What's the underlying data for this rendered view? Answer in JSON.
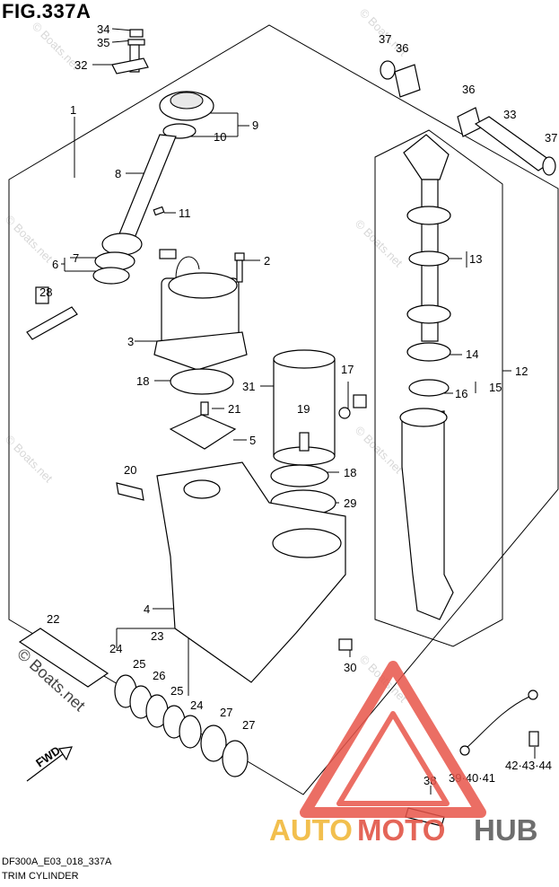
{
  "figure": {
    "title": "FIG.337A",
    "code": "DF300A_E03_018_337A",
    "name": "TRIM CYLINDER"
  },
  "watermark": {
    "text": "© Boats.net",
    "brand_parts": [
      "AUTO",
      "MOTO",
      "HUB"
    ],
    "brand_colors": {
      "auto": "#f0b430",
      "moto": "#e04b3c",
      "hub": "#555555",
      "triangle": "#e8554a"
    }
  },
  "fwd_label": "FWD",
  "callouts": [
    {
      "id": "34",
      "text": "34"
    },
    {
      "id": "35",
      "text": "35"
    },
    {
      "id": "32",
      "text": "32"
    },
    {
      "id": "1",
      "text": "1"
    },
    {
      "id": "9",
      "text": "9"
    },
    {
      "id": "10",
      "text": "10"
    },
    {
      "id": "8",
      "text": "8"
    },
    {
      "id": "11",
      "text": "11"
    },
    {
      "id": "7",
      "text": "7"
    },
    {
      "id": "6",
      "text": "6"
    },
    {
      "id": "2",
      "text": "2"
    },
    {
      "id": "28",
      "text": "28"
    },
    {
      "id": "3",
      "text": "3"
    },
    {
      "id": "18a",
      "text": "18"
    },
    {
      "id": "31",
      "text": "31"
    },
    {
      "id": "17",
      "text": "17"
    },
    {
      "id": "21",
      "text": "21"
    },
    {
      "id": "19",
      "text": "19"
    },
    {
      "id": "5",
      "text": "5"
    },
    {
      "id": "20",
      "text": "20"
    },
    {
      "id": "18b",
      "text": "18"
    },
    {
      "id": "29",
      "text": "29"
    },
    {
      "id": "4",
      "text": "4"
    },
    {
      "id": "22",
      "text": "22"
    },
    {
      "id": "23",
      "text": "23"
    },
    {
      "id": "24a",
      "text": "24"
    },
    {
      "id": "25a",
      "text": "25"
    },
    {
      "id": "26",
      "text": "26"
    },
    {
      "id": "25b",
      "text": "25"
    },
    {
      "id": "24b",
      "text": "24"
    },
    {
      "id": "27a",
      "text": "27"
    },
    {
      "id": "27b",
      "text": "27"
    },
    {
      "id": "30",
      "text": "30"
    },
    {
      "id": "37a",
      "text": "37"
    },
    {
      "id": "36a",
      "text": "36"
    },
    {
      "id": "36b",
      "text": "36"
    },
    {
      "id": "33",
      "text": "33"
    },
    {
      "id": "37b",
      "text": "37"
    },
    {
      "id": "13",
      "text": "13"
    },
    {
      "id": "14",
      "text": "14"
    },
    {
      "id": "12",
      "text": "12"
    },
    {
      "id": "16",
      "text": "16"
    },
    {
      "id": "15",
      "text": "15"
    },
    {
      "id": "38",
      "text": "38"
    },
    {
      "id": "39",
      "text": "39·40·41"
    },
    {
      "id": "42",
      "text": "42·43·44"
    }
  ]
}
